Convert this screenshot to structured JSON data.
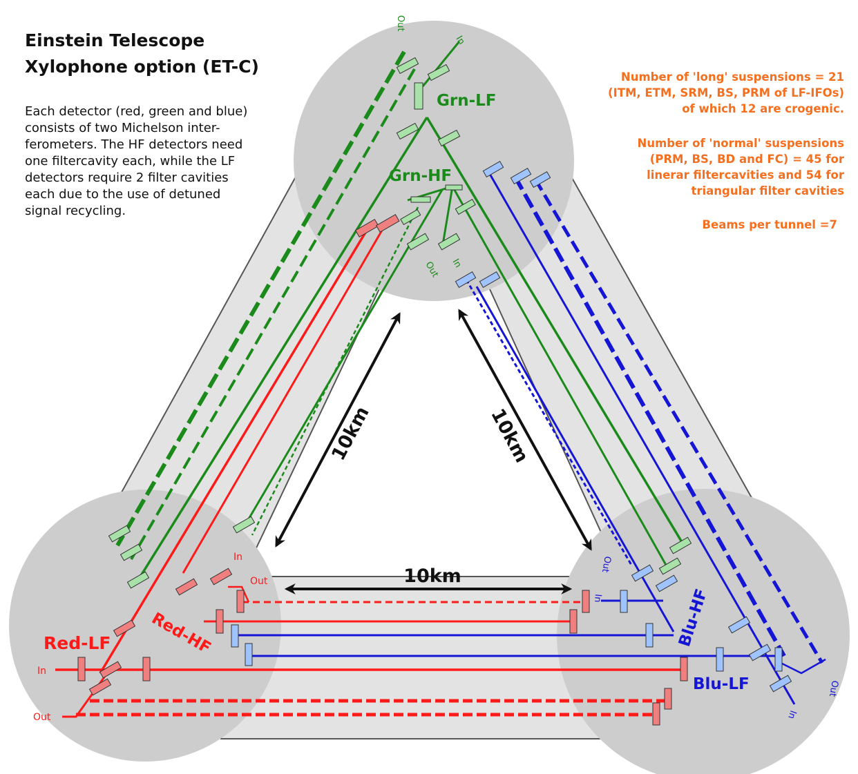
{
  "title": {
    "line1": "Einstein Telescope",
    "line2": "Xylophone option (ET-C)"
  },
  "description": [
    "Each detector (red, green and blue)",
    "consists of two Michelson inter-",
    "ferometers. The HF detectors need",
    "one filtercavity each, while the LF",
    "detectors require 2 filter cavities",
    "each due to the use of detuned",
    "signal recycling."
  ],
  "info": {
    "long_suspensions": [
      "Number of 'long' suspensions = 21",
      "(ITM, ETM, SRM, BS, PRM of LF-IFOs)",
      "of which 12 are crogenic."
    ],
    "normal_suspensions": [
      "Number of 'normal' suspensions",
      "(PRM, BS, BD and FC) = 45 for",
      "linerar filtercavities and 54 for",
      "triangular filter cavities"
    ],
    "beams_per_tunnel": "Beams per tunnel =7"
  },
  "detectors": {
    "grn_lf": "Grn-LF",
    "grn_hf": "Grn-HF",
    "red_lf": "Red-LF",
    "red_hf": "Red-HF",
    "blu_hf": "Blu-HF",
    "blu_lf": "Blu-LF"
  },
  "distances": {
    "left_arm": "10km",
    "right_arm": "10km",
    "bottom_arm": "10km"
  },
  "port_labels": {
    "in": "In",
    "out": "Out"
  },
  "colors": {
    "red": "#ff1a1a",
    "green": "#1a8a1a",
    "blue": "#1515d5",
    "orange": "#f37021",
    "station_gray": "#cdcdcd",
    "tunnel_gray": "#e6e6e6"
  }
}
